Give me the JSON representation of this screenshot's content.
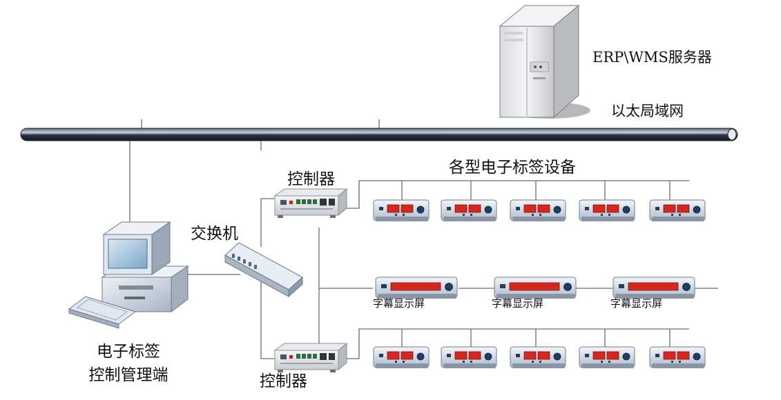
{
  "labels": {
    "server": "ERP\\WMS服务器",
    "ethernet": "以太局域网",
    "tag_devices": "各型电子标签设备",
    "controller_top": "控制器",
    "controller_bottom": "控制器",
    "switch": "交换机",
    "pc_line1": "电子标签",
    "pc_line2": "控制管理端",
    "subtitle_screen_1": "字幕显示屏",
    "subtitle_screen_2": "字幕显示屏",
    "subtitle_screen_3": "字幕显示屏"
  },
  "colors": {
    "bus_pipe": "#2b3344",
    "device_body": "#dfe6ee",
    "device_display": "#d8261e",
    "device_knob": "#1f3c66",
    "server_body": "#e8eaec",
    "pc_body": "#cdd5df",
    "screen_glass": "#8eb6d6"
  },
  "icons": {
    "server": "tower-server-icon",
    "pc": "desktop-computer-icon",
    "switch": "network-switch-icon",
    "controller": "controller-box-icon",
    "tag": "electronic-tag-icon",
    "marquee": "subtitle-display-icon"
  }
}
